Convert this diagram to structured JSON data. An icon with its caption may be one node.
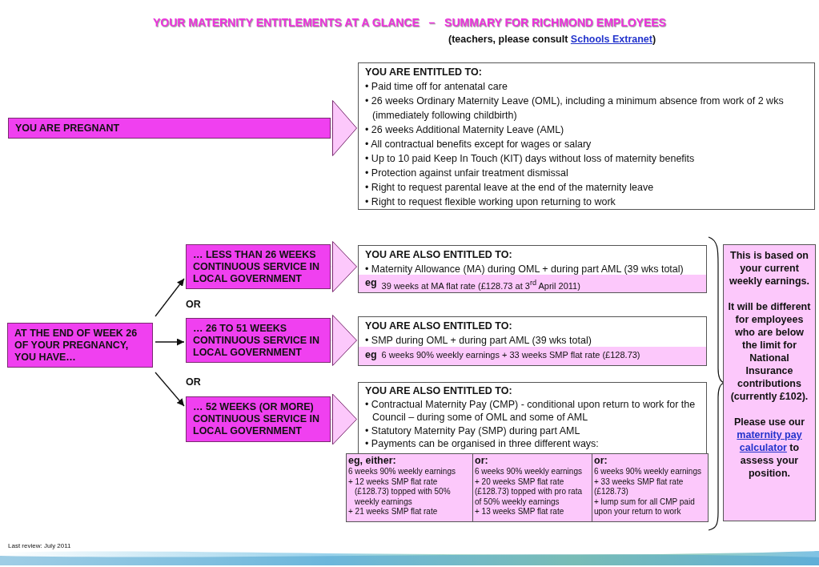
{
  "diagram": {
    "title": "YOUR MATERNITY ENTITLEMENTS AT A GLANCE   –   SUMMARY FOR RICHMOND EMPLOYEES",
    "nodes": [
      {
        "text": [
          "YOU ARE PREGNANT"
        ]
      },
      {
        "text": [
          "YOU ARE ENTITLED TO:",
          "• Paid time off for antenatal care",
          "• 26 weeks Ordinary Maternity Leave (OML), including a minimum absence from work of 2 wks (immediately following childbirth)",
          "• 26 weeks Additional Maternity Leave (AML)",
          "• All contractual benefits except for wages or salary",
          "• Up to 10 paid Keep In Touch (KIT) days without loss of maternity benefits",
          "• Protection against unfair treatment dismissal",
          "• Right to request parental leave at the end of the maternity leave",
          "• Right to request flexible working upon returning to work"
        ]
      },
      {
        "text": [
          "AT THE END OF WEEK 26 OF YOUR PREGNANCY, YOU HAVE…"
        ]
      },
      {
        "text": [
          "… LESS THAN 26 WEEKS CONTINUOUS SERVICE IN LOCAL GOVERNMENT"
        ]
      },
      {
        "text": [
          "YOU ARE ALSO ENTITLED TO:",
          "• Maternity Allowance (MA) during OML + during part AML (39 wks total)"
        ]
      },
      {
        "text": [
          "eg",
          "39 weeks at MA flat rate (£128.73 at 3$^{rd}$ April 2011)"
        ],
        "in": 4
      },
      {
        "text": [
          "… 26 TO 51 WEEKS CONTINUOUS SERVICE IN LOCAL GOVERNMENT"
        ]
      },
      {
        "text": [
          "YOU ARE ALSO ENTITLED TO:",
          "• SMP during OML + during part AML (39 wks total)"
        ]
      },
      {
        "text": [
          "eg",
          "6 weeks 90% weekly earnings + 33 weeks SMP flat rate (£128.73)"
        ],
        "in": 7
      },
      {
        "text": [
          "… 52 WEEKS (OR MORE) CONTINUOUS SERVICE IN LOCAL GOVERNMENT"
        ]
      },
      {
        "text": [
          "YOU ARE ALSO ENTITLED TO:",
          "• Contractual Maternity Pay (CMP) - conditional upon return to work for the Council – during some of OML and some of AML",
          "• Statutory Maternity Pay (SMP) during part AML",
          "• Payments can be organised in three different ways:"
        ]
      },
      {
        "text": [
          "eg, either:",
          "6 weeks 90% weekly earnings",
          "+ 12 weeks SMP flat rate (£128.73) topped with 50% weekly earnings",
          "+ 21 weeks SMP flat rate"
        ]
      },
      {
        "text": [
          "or:",
          "6 weeks 90% weekly earnings",
          "+ 20 weeks SMP flat rate (£128.73) topped with pro rata of 50% weekly earnings",
          "+ 13 weeks SMP flat rate"
        ]
      },
      {
        "text": [
          "or:",
          "6 weeks 90% weekly earnings",
          "+ 33 weeks SMP flat rate (£128.73)",
          "+ lump sum for all CMP paid upon your return to work"
        ]
      },
      {
        "text": [
          "This is based on your current weekly earnings.",
          "It will be different for employees who are below the limit for National Insurance contributions (currently £102).",
          "Please use our *maternity pay calculator* to assess your position."
        ]
      }
    ],
    "edges": [
      {
        "from": 0,
        "to": 1,
        "arrow": "to"
      },
      {
        "from": 2,
        "to": 3,
        "arrow": "to",
        "color": "#111111"
      },
      {
        "from": 2,
        "to": 6,
        "arrow": "to",
        "color": "#111111"
      },
      {
        "from": 2,
        "to": 9,
        "arrow": "to",
        "color": "#111111"
      },
      {
        "from": 3,
        "to": 4,
        "arrow": "to"
      },
      {
        "from": 6,
        "to": 7,
        "arrow": "to"
      },
      {
        "from": 9,
        "to": 10,
        "arrow": "to"
      }
    ],
    "labels": [
      "(teachers, please consult *Schools Extranet*)",
      "OR",
      "OR",
      "Last review: July 2011"
    ]
  }
}
